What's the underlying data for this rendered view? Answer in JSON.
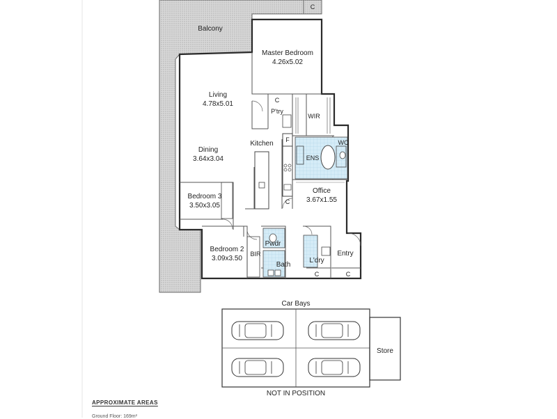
{
  "rooms": {
    "balcony": "Balcony",
    "master": {
      "name": "Master Bedroom",
      "dims": "4.26x5.02"
    },
    "living": {
      "name": "Living",
      "dims": "4.78x5.01"
    },
    "dining": {
      "name": "Dining",
      "dims": "3.64x3.04"
    },
    "kitchen": "Kitchen",
    "pantry": "P'try",
    "wir": "WIR",
    "ens": "ENS",
    "wc": "WC",
    "office": {
      "name": "Office",
      "dims": "3.67x1.55"
    },
    "bed3": {
      "name": "Bedroom 3",
      "dims": "3.50x3.05"
    },
    "bed2": {
      "name": "Bedroom 2",
      "dims": "3.09x3.50"
    },
    "bir": "BIR",
    "pwdr": "Pwdr",
    "bath": "Bath",
    "laundry": "L'dry",
    "entry": "Entry",
    "fridge": "F",
    "cupboard": "C"
  },
  "car_bays": {
    "title": "Car Bays",
    "store": "Store",
    "note": "NOT IN POSITION"
  },
  "areas": {
    "heading": "APPROXIMATE AREAS",
    "ground_floor": "Ground Floor: 169m²"
  },
  "colors": {
    "wet_area": "#d5ecf7",
    "balcony_hatch": "#b8b8b8",
    "wall": "#2a2a2a"
  }
}
